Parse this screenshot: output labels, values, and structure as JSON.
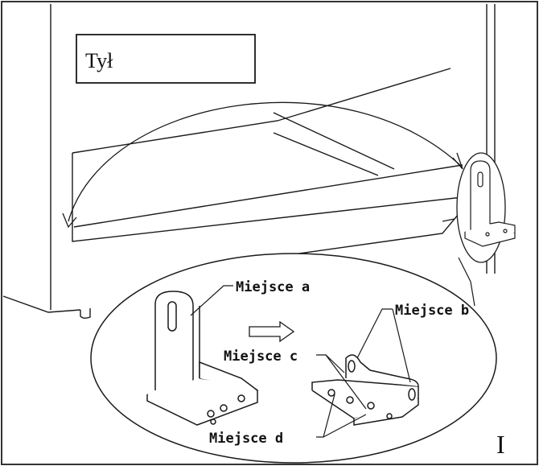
{
  "diagram": {
    "back_label": "Tył",
    "figure_number": "I",
    "callouts": {
      "place_a": "Miejsce a",
      "place_b": "Miejsce b",
      "place_c": "Miejsce c",
      "place_d": "Miejsce d"
    },
    "colors": {
      "line": "#1a1a1a",
      "background": "#ffffff",
      "light_line": "#555555"
    }
  }
}
